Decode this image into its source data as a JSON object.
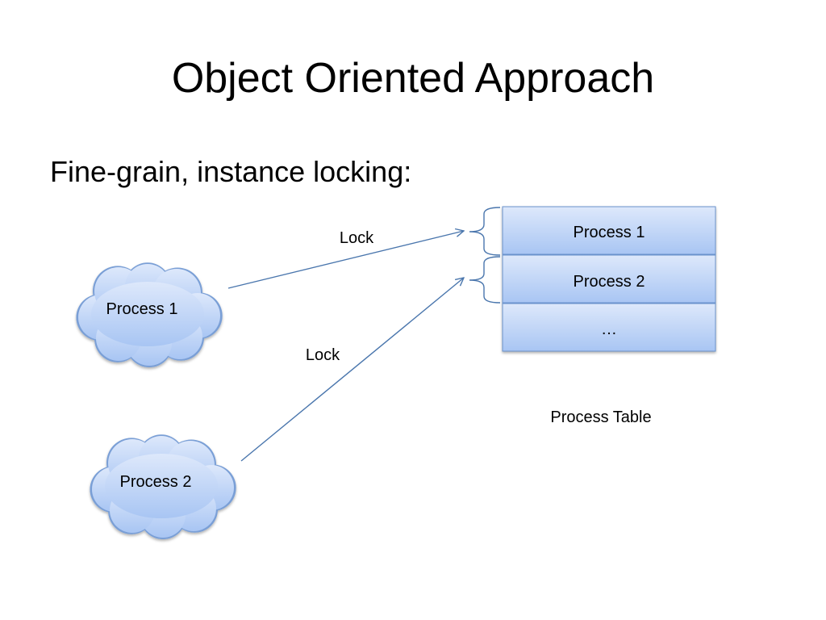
{
  "slide": {
    "title": "Object Oriented Approach",
    "subtitle": "Fine-grain, instance locking:"
  },
  "diagram": {
    "clouds": [
      {
        "label": "Process 1"
      },
      {
        "label": "Process 2"
      }
    ],
    "arrows": [
      {
        "label": "Lock"
      },
      {
        "label": "Lock"
      }
    ],
    "table": {
      "rows": [
        "Process 1",
        "Process 2",
        "…"
      ],
      "caption": "Process Table"
    }
  },
  "colors": {
    "fill_light": "#dbe7fb",
    "fill_dark": "#a9c6f2",
    "stroke": "#5e86bf",
    "arrow": "#4a76ad"
  }
}
